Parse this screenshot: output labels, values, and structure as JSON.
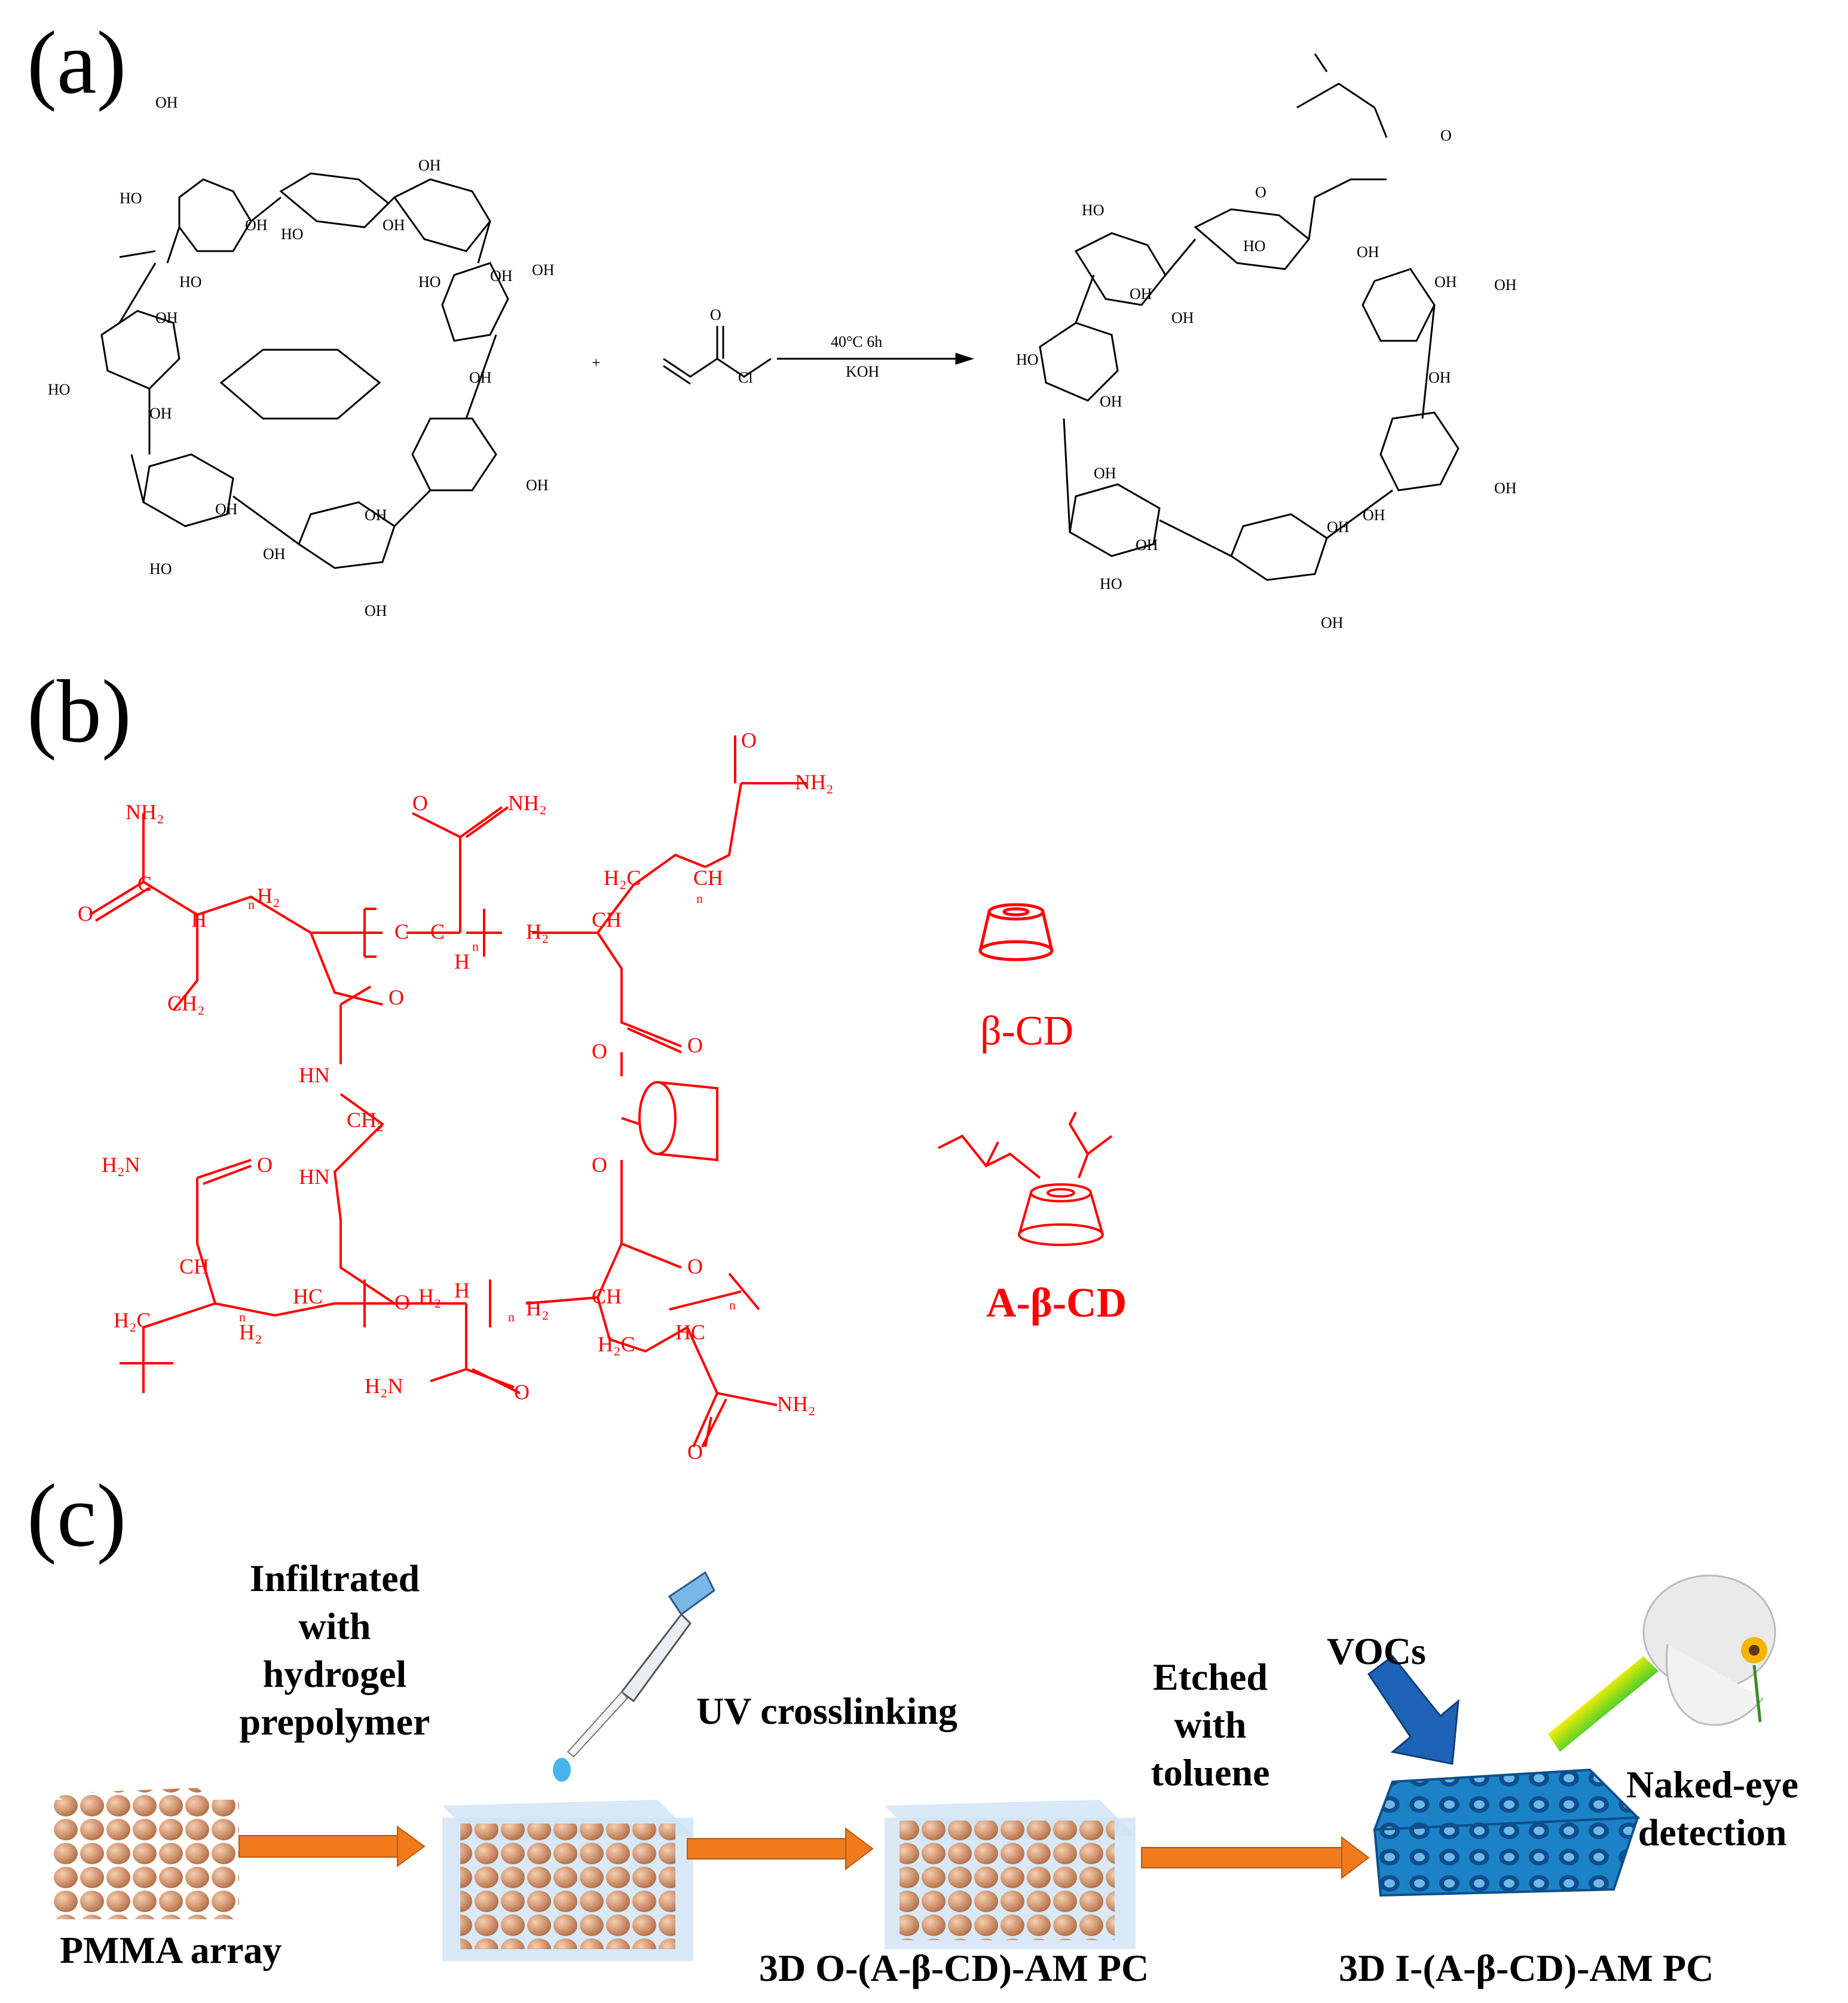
{
  "panels": {
    "a": {
      "label": "(a)"
    },
    "b": {
      "label": "(b)"
    },
    "c": {
      "label": "(c)"
    }
  },
  "panel_a": {
    "plus": "+",
    "reagent_atoms": {
      "O": "O",
      "Cl": "Cl"
    },
    "conditions_top": "40°C   6h",
    "conditions_bottom": "KOH",
    "hydroxyl": "OH",
    "hydroxyl_left": "HO",
    "ring_oxygen": "O"
  },
  "panel_b": {
    "legend_cd": "β-CD",
    "legend_acd": "A-β-CD",
    "colors": {
      "structure": "#ff0000"
    },
    "labels": {
      "NH2": "NH2",
      "H2N": "H2N",
      "O": "O",
      "HN": "HN",
      "CH2": "CH2",
      "H2C": "H2C",
      "CH": "CH",
      "HC": "HC",
      "C": "C",
      "H": "H",
      "n": "n",
      "H2": "H2"
    }
  },
  "panel_c": {
    "step1": "Infiltrated\nwith\nhydrogel\nprepolymer",
    "step2": "UV crosslinking",
    "step3": "Etched\nwith\ntoluene",
    "vocs": "VOCs",
    "detection": "Naked-eye\ndetection",
    "caption1": "PMMA array",
    "caption2": "3D O-(A-β-CD)-AM PC",
    "caption3": "3D I-(A-β-CD)-AM PC",
    "colors": {
      "arrow": "#f07a1c",
      "sphere": "#d9956a",
      "inverse_opal": "#1c82c8",
      "voc_arrow": "#1f63b8",
      "hydrogel": "#cfe3f5"
    }
  }
}
